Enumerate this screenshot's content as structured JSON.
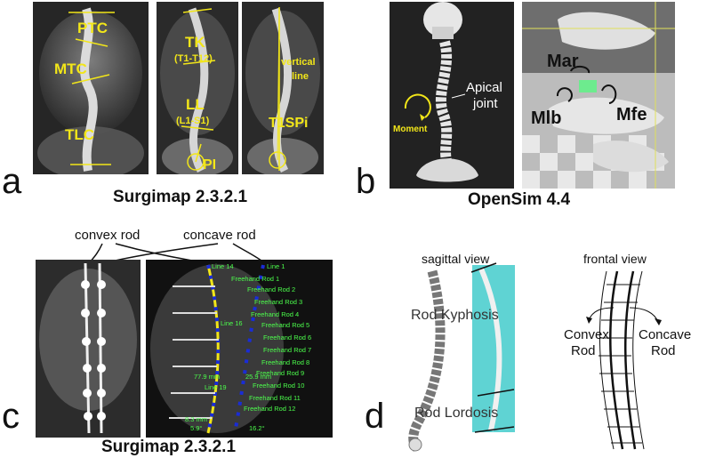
{
  "panel_a": {
    "letter": "a",
    "caption": "Surgimap 2.3.2.1",
    "labels": {
      "ptc": "PTC",
      "mtc": "MTC",
      "tlc": "TLC",
      "tk": "TK",
      "tk_sub": "(T1-T12)",
      "ll": "LL",
      "ll_sub": "(L1-S1)",
      "pi": "PI",
      "vertical": "vertical",
      "line": "line",
      "t1spi": "T1SPi"
    }
  },
  "panel_b": {
    "letter": "b",
    "caption": "OpenSim 4.4",
    "labels": {
      "moment": "Moment",
      "apical1": "Apical",
      "apical2": "joint",
      "mar": "Mar",
      "mlb": "Mlb",
      "mfe": "Mfe"
    }
  },
  "panel_c": {
    "letter": "c",
    "caption": "Surgimap 2.3.2.1",
    "convex_rod": "convex rod",
    "concave_rod": "concave rod",
    "measures": [
      "Line 14",
      "Line 1",
      "Freehand Rod 1",
      "Freehand Rod 2",
      "Freehand Rod 3",
      "Freehand Rod 4",
      "Line 16",
      "Freehand Rod 5",
      "Freehand Rod 6",
      "Freehand Rod 7",
      "Freehand Rod 8",
      "Freehand Rod 9",
      "Freehand Rod 10",
      "Freehand Rod 11",
      "Freehand Rod 12",
      "77.9 mm",
      "25.9 mm",
      "Line 19",
      "8.3 mm",
      "5.9°",
      "16.2°"
    ]
  },
  "panel_d": {
    "letter": "d",
    "sagittal_view": "sagittal view",
    "frontal_view": "frontal view",
    "rod_kyphosis": "Rod Kyphosis",
    "rod_lordosis": "Rod Lordosis",
    "convex": "Convex",
    "concave": "Concave",
    "rod": "Rod"
  },
  "colors": {
    "yellow_annotation": "#f2e619",
    "rod_blue": "#1a2cd6",
    "rod_yellow": "#f2e619",
    "measure_green": "#4cff4c",
    "rod_photo_bg": "#5fd3d3"
  }
}
